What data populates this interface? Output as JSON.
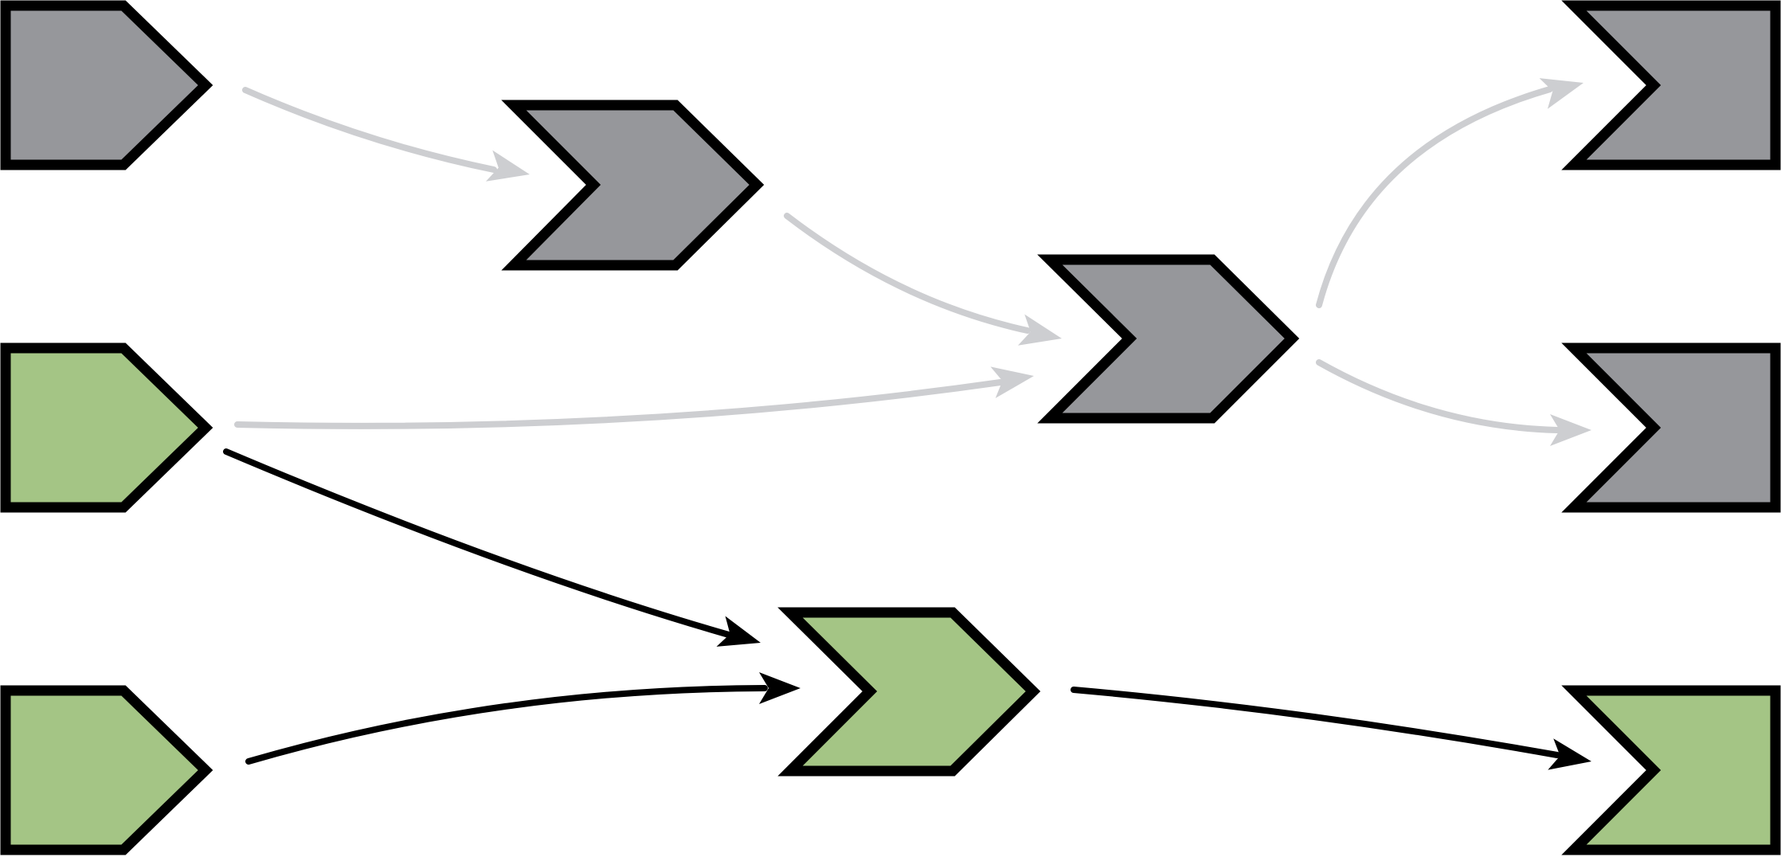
{
  "colors": {
    "node_gray": "#96979b",
    "node_green": "#a4c585",
    "outline": "#000000",
    "edge_inactive": "#cdced1",
    "edge_active": "#000000",
    "background": "#ffffff"
  },
  "nodes": [
    {
      "id": "source-top",
      "kind": "source-pentagon",
      "state": "inactive"
    },
    {
      "id": "source-middle",
      "kind": "source-pentagon",
      "state": "active"
    },
    {
      "id": "source-bottom",
      "kind": "source-pentagon",
      "state": "active"
    },
    {
      "id": "relay-upper",
      "kind": "relay-chevron",
      "state": "inactive"
    },
    {
      "id": "relay-central",
      "kind": "relay-chevron",
      "state": "inactive"
    },
    {
      "id": "relay-lower",
      "kind": "relay-chevron",
      "state": "active"
    },
    {
      "id": "sink-top",
      "kind": "sink-notched",
      "state": "inactive"
    },
    {
      "id": "sink-middle",
      "kind": "sink-notched",
      "state": "inactive"
    },
    {
      "id": "sink-bottom",
      "kind": "sink-notched",
      "state": "active"
    }
  ],
  "edges": [
    {
      "from": "source-top",
      "to": "relay-upper",
      "state": "inactive"
    },
    {
      "from": "relay-upper",
      "to": "relay-central",
      "state": "inactive"
    },
    {
      "from": "source-middle",
      "to": "relay-central",
      "state": "inactive"
    },
    {
      "from": "relay-central",
      "to": "sink-top",
      "state": "inactive"
    },
    {
      "from": "relay-central",
      "to": "sink-middle",
      "state": "inactive"
    },
    {
      "from": "source-middle",
      "to": "relay-lower",
      "state": "active"
    },
    {
      "from": "source-bottom",
      "to": "relay-lower",
      "state": "active"
    },
    {
      "from": "relay-lower",
      "to": "sink-bottom",
      "state": "active"
    }
  ]
}
